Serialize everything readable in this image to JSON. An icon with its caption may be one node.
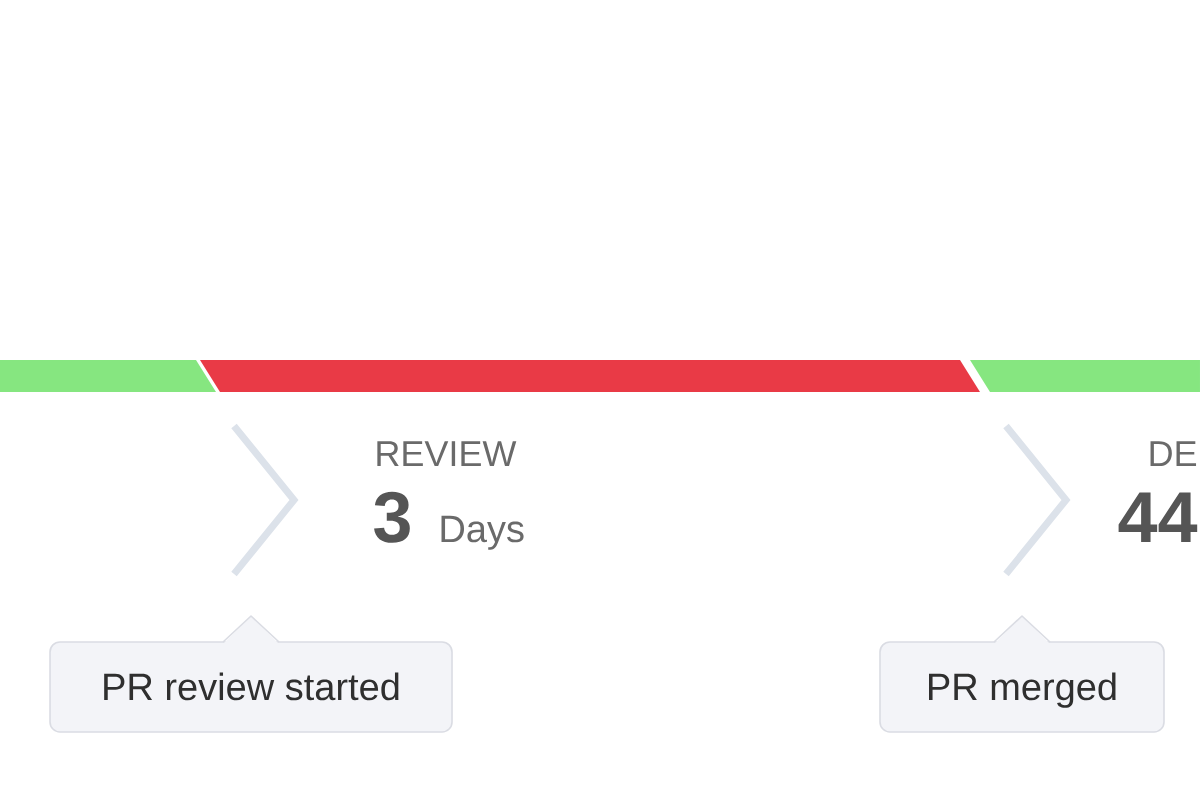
{
  "diagram": {
    "nodes": [
      {
        "text": [
          "PR review started"
        ]
      },
      {
        "text": [
          "PR merged"
        ]
      }
    ],
    "labels": [
      "REVIEW",
      "3",
      "Days",
      "DE",
      "44"
    ]
  }
}
